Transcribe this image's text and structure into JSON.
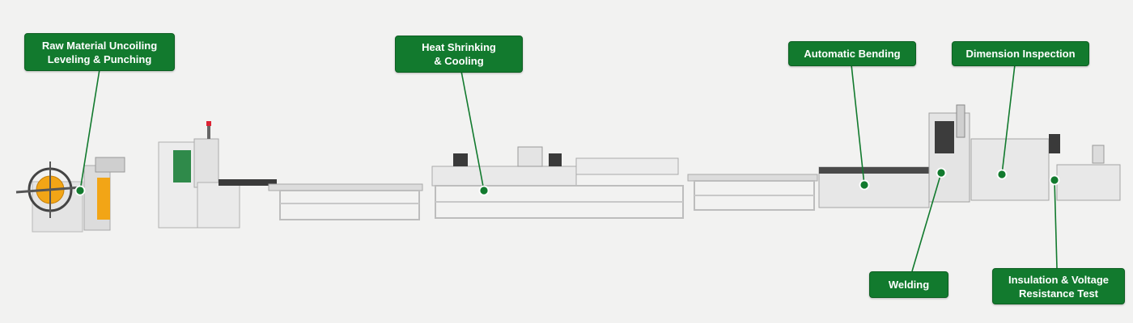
{
  "diagram": {
    "stages": {
      "uncoiling": {
        "line1": "Raw Material Uncoiling",
        "line2": "Leveling & Punching"
      },
      "heat_shrinking": {
        "line1": "Heat Shrinking",
        "line2": "& Cooling"
      },
      "bending": {
        "line1": "Automatic Bending"
      },
      "dimension": {
        "line1": "Dimension Inspection"
      },
      "welding": {
        "line1": "Welding"
      },
      "insulation": {
        "line1": "Insulation & Voltage",
        "line2": "Resistance Test"
      }
    },
    "colors": {
      "label_bg": "#127a2e",
      "label_text": "#ffffff",
      "machine_body": "#e6e6e6",
      "machine_accent": "#f2a516",
      "background": "#f2f2f1"
    }
  }
}
